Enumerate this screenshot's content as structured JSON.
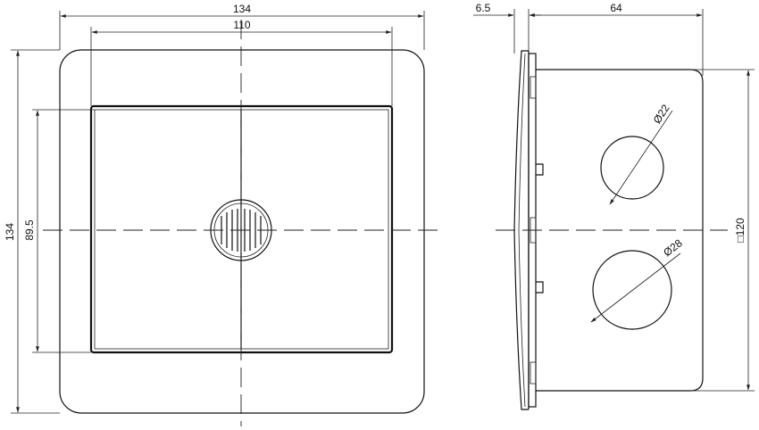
{
  "front_view": {
    "dim_overall_width": "134",
    "dim_inner_width": "110",
    "dim_overall_height": "134",
    "dim_inner_height": "89.5"
  },
  "side_view": {
    "dim_plate_thickness": "6.5",
    "dim_box_depth": "64",
    "dim_hole_small": "Ø22",
    "dim_hole_large": "Ø28",
    "dim_box_square": "□120"
  },
  "colors": {
    "line": "#111111",
    "background": "#ffffff"
  }
}
